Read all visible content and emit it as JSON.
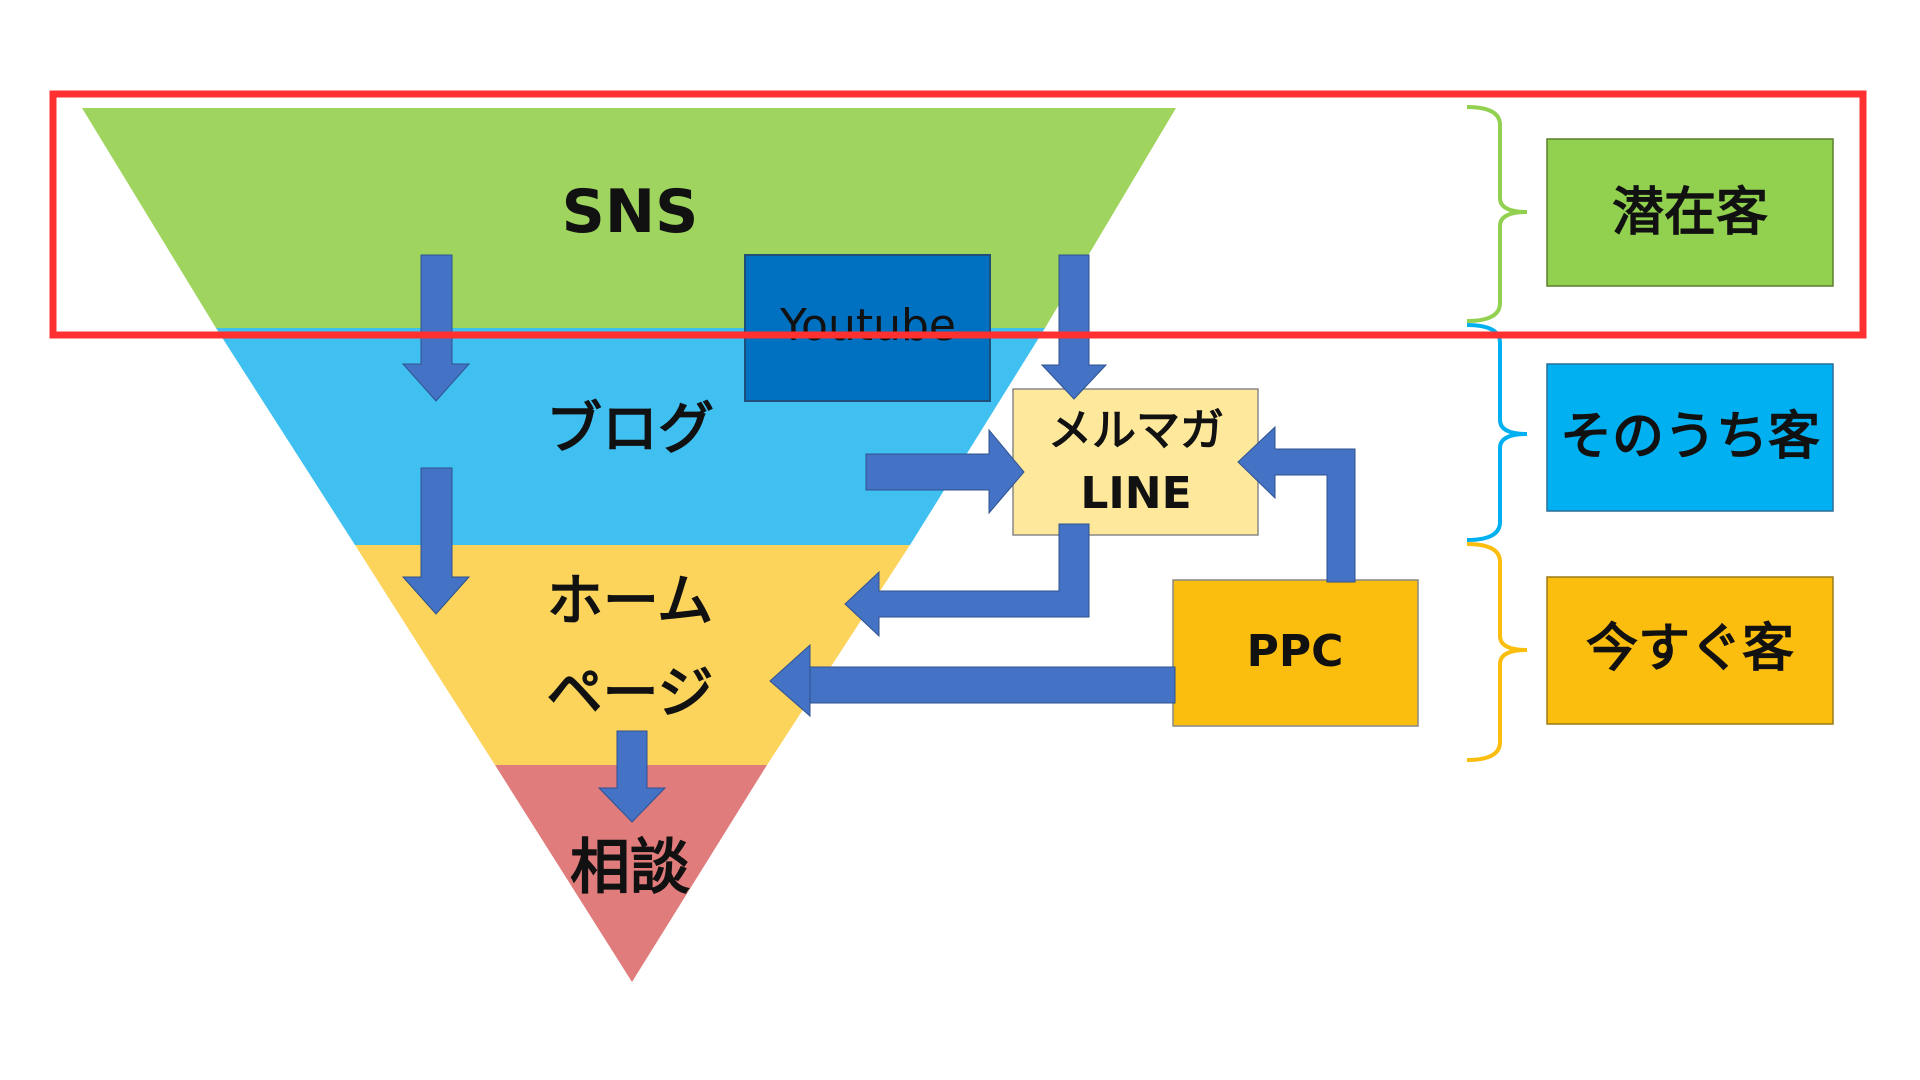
{
  "funnel": {
    "layers": [
      {
        "label": "SNS",
        "color": "#9fd45f"
      },
      {
        "label": "ブログ",
        "color": "#3fc0f0"
      },
      {
        "label": [
          "ホーム",
          "ページ"
        ],
        "color": "#fdd45b"
      },
      {
        "label": "相談",
        "color": "#e07c7c"
      }
    ]
  },
  "nodes": {
    "youtube": {
      "label": "Youtube",
      "color": "#0070c0"
    },
    "mailmag": {
      "label": [
        "メルマガ",
        "LINE"
      ],
      "color": "#fde89c"
    },
    "ppc": {
      "label": "PPC",
      "color": "#fbbd0e"
    }
  },
  "segments": [
    {
      "label": "潜在客",
      "color": "#92d050",
      "bracket_color": "#92d050"
    },
    {
      "label": "そのうち客",
      "color": "#00b0f0",
      "bracket_color": "#00b0f0"
    },
    {
      "label": "今すぐ客",
      "color": "#fbbd0e",
      "bracket_color": "#fbbd0e"
    }
  ],
  "colors": {
    "arrow": "#4472c4",
    "highlight": "#ff3030"
  }
}
